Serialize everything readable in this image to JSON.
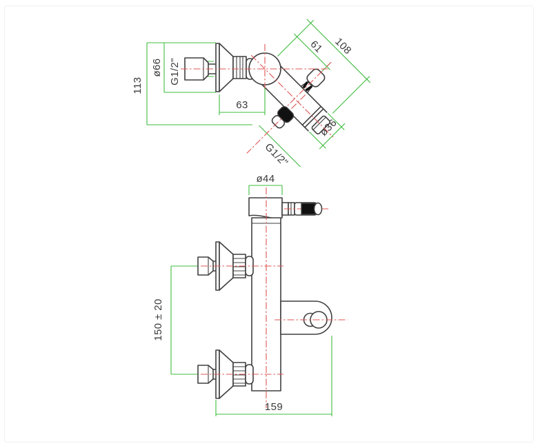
{
  "document_type": "technical-dimension-drawing",
  "subject": "wall-mounted shower mixer tap",
  "colors": {
    "dimension_green": "#3cbc3c",
    "centerline_red": "#e05454",
    "drawing_gray": "#3f3f3f",
    "label_color": "#3a3a3a",
    "background": "#ffffff"
  },
  "labels": {
    "side": {
      "overall_height": "113",
      "escutcheon_diameter": "ø66",
      "inlet_thread": "G1/2\"",
      "wall_to_body_center": "63",
      "center_to_handle_axis": "61",
      "center_to_spout_end": "108",
      "spout_diameter": "ø36",
      "handshower_outlet_thread": "G1/2\""
    },
    "front": {
      "body_diameter": "ø44",
      "inlet_spacing": "150 ± 20",
      "wall_to_holder_front": "159"
    }
  }
}
